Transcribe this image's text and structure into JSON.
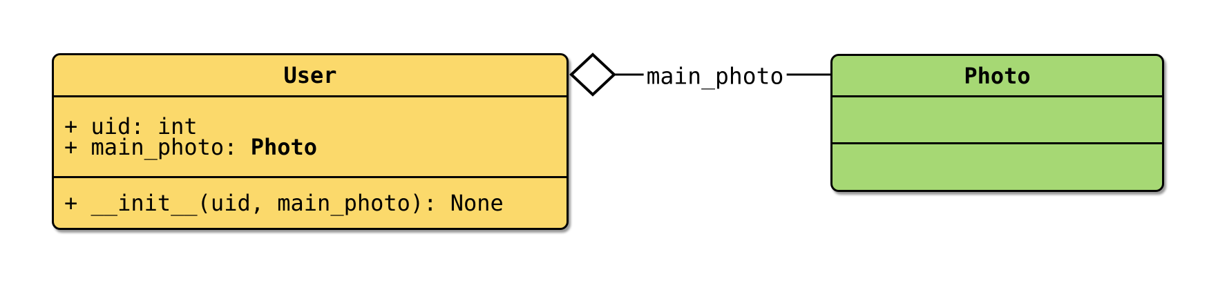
{
  "colors": {
    "background": "#FFFFFF",
    "user_fill": "#FBD96B",
    "photo_fill": "#A6D874",
    "border": "#000000",
    "connector_label_bg": "#FFFFFF"
  },
  "user_class": {
    "name": "User",
    "attributes": [
      {
        "text": "+ uid: int",
        "type_suffix": ""
      },
      {
        "text": "+ main_photo: ",
        "type_suffix": "Photo"
      }
    ],
    "methods": [
      {
        "text": "+ __init__(uid, main_photo): None"
      }
    ]
  },
  "photo_class": {
    "name": "Photo",
    "attributes": [],
    "methods": []
  },
  "connector": {
    "label": "main_photo",
    "relation": "aggregation",
    "diamond_icon": "open-diamond"
  }
}
